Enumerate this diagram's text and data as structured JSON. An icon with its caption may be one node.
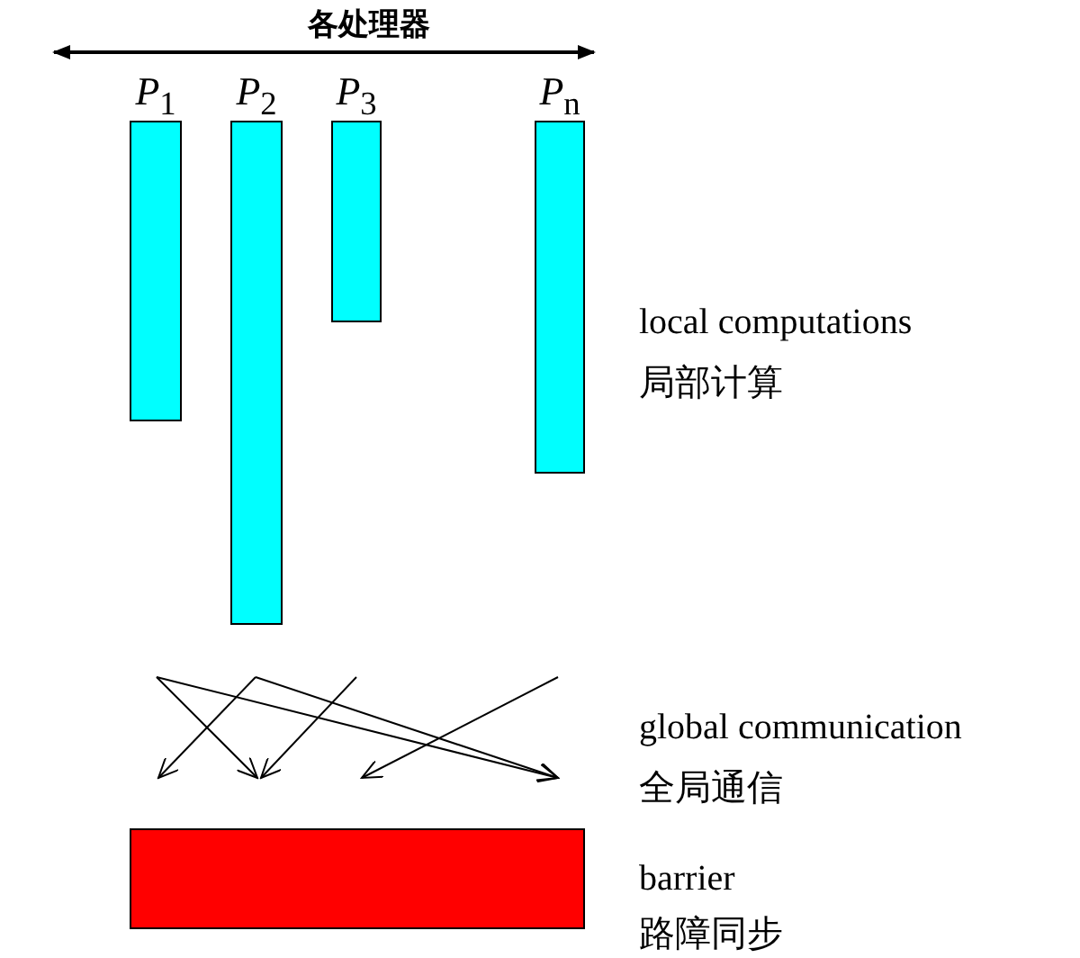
{
  "diagram": {
    "title": "各处理器",
    "nodes": [
      {
        "text": [
          "*P*$_{1}$"
        ]
      },
      {
        "text": [
          "*P*$_{2}$"
        ]
      },
      {
        "text": [
          "*P*$_{3}$"
        ]
      },
      {
        "text": [
          "*P*$_{n}$"
        ]
      },
      {
        "text": [],
        "shape": "bar"
      }
    ],
    "labels": [
      "local computations",
      "局部计算",
      "global communication",
      "全局通信",
      "barrier",
      "路障同步"
    ]
  }
}
